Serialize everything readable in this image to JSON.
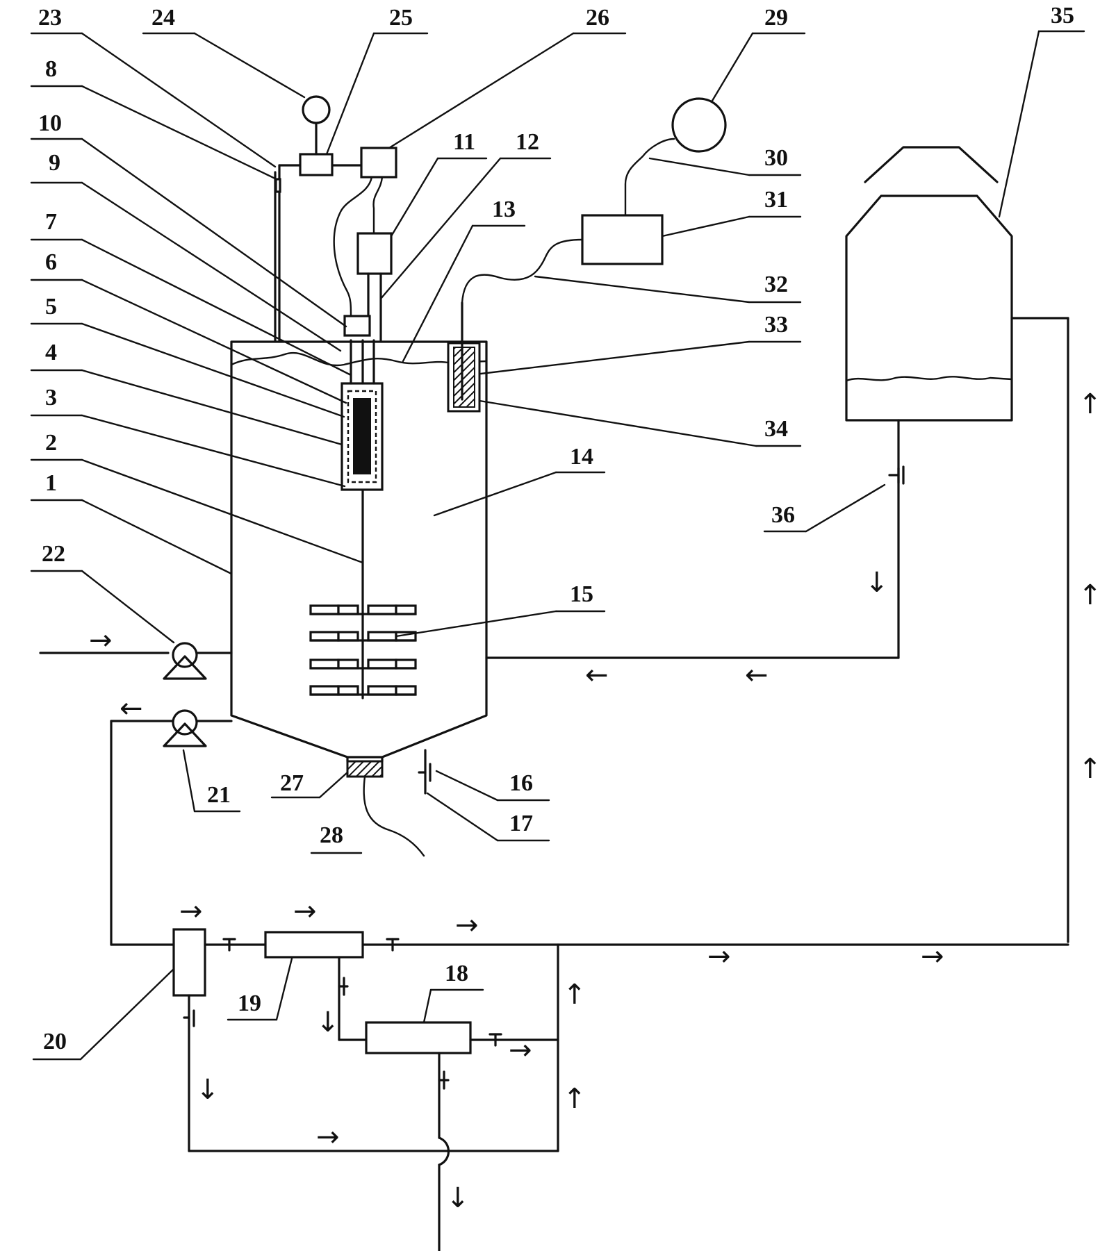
{
  "labels": {
    "l1": "1",
    "l2": "2",
    "l3": "3",
    "l4": "4",
    "l5": "5",
    "l6": "6",
    "l7": "7",
    "l8": "8",
    "l9": "9",
    "l10": "10",
    "l11": "11",
    "l12": "12",
    "l13": "13",
    "l14": "14",
    "l15": "15",
    "l16": "16",
    "l17": "17",
    "l18": "18",
    "l19": "19",
    "l20": "20",
    "l21": "21",
    "l22": "22",
    "l23": "23",
    "l24": "24",
    "l25": "25",
    "l26": "26",
    "l27": "27",
    "l28": "28",
    "l29": "29",
    "l30": "30",
    "l31": "31",
    "l32": "32",
    "l33": "33",
    "l34": "34",
    "l35": "35",
    "l36": "36"
  },
  "arrows": {
    "right": "→",
    "left": "←",
    "up": "↑",
    "down": "↓"
  }
}
